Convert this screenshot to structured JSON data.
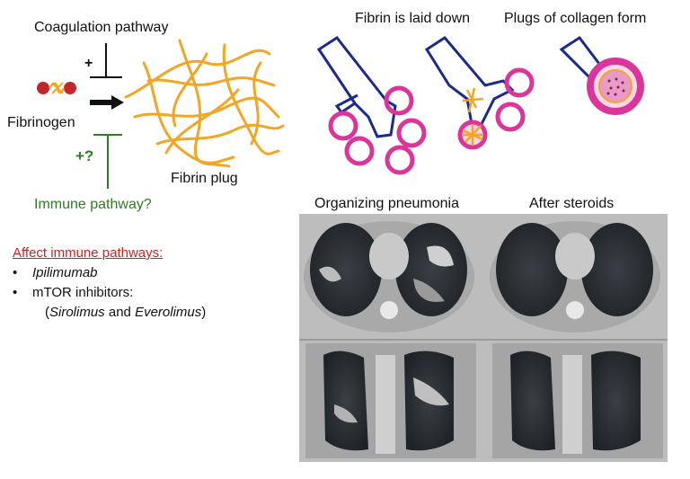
{
  "labels": {
    "coagulation": "Coagulation pathway",
    "plus": "+",
    "fibrinogen": "Fibrinogen",
    "plus_question": "+?",
    "fibrin_plug": "Fibrin plug",
    "immune_pathway": "Immune pathway?",
    "fibrin_laid": "Fibrin is laid down",
    "plugs_collagen": "Plugs of collagen form",
    "organizing": "Organizing pneumonia",
    "after_steroids": "After steroids"
  },
  "immune_list": {
    "heading": "Affect immune pathways:",
    "item1": "Ipilimumab",
    "item2": "mTOR inhibitors:",
    "item3_open": "(",
    "item3_a": "Sirolimus",
    "item3_and": " and ",
    "item3_b": "Everolimus",
    "item3_close": ")"
  },
  "colors": {
    "fibrin": "#f2a623",
    "airway": "#1c2a8c",
    "alveolus": "#d9359a",
    "inhibit": "#111111",
    "immune": "#2e7d1f",
    "heading_red": "#d62020"
  }
}
